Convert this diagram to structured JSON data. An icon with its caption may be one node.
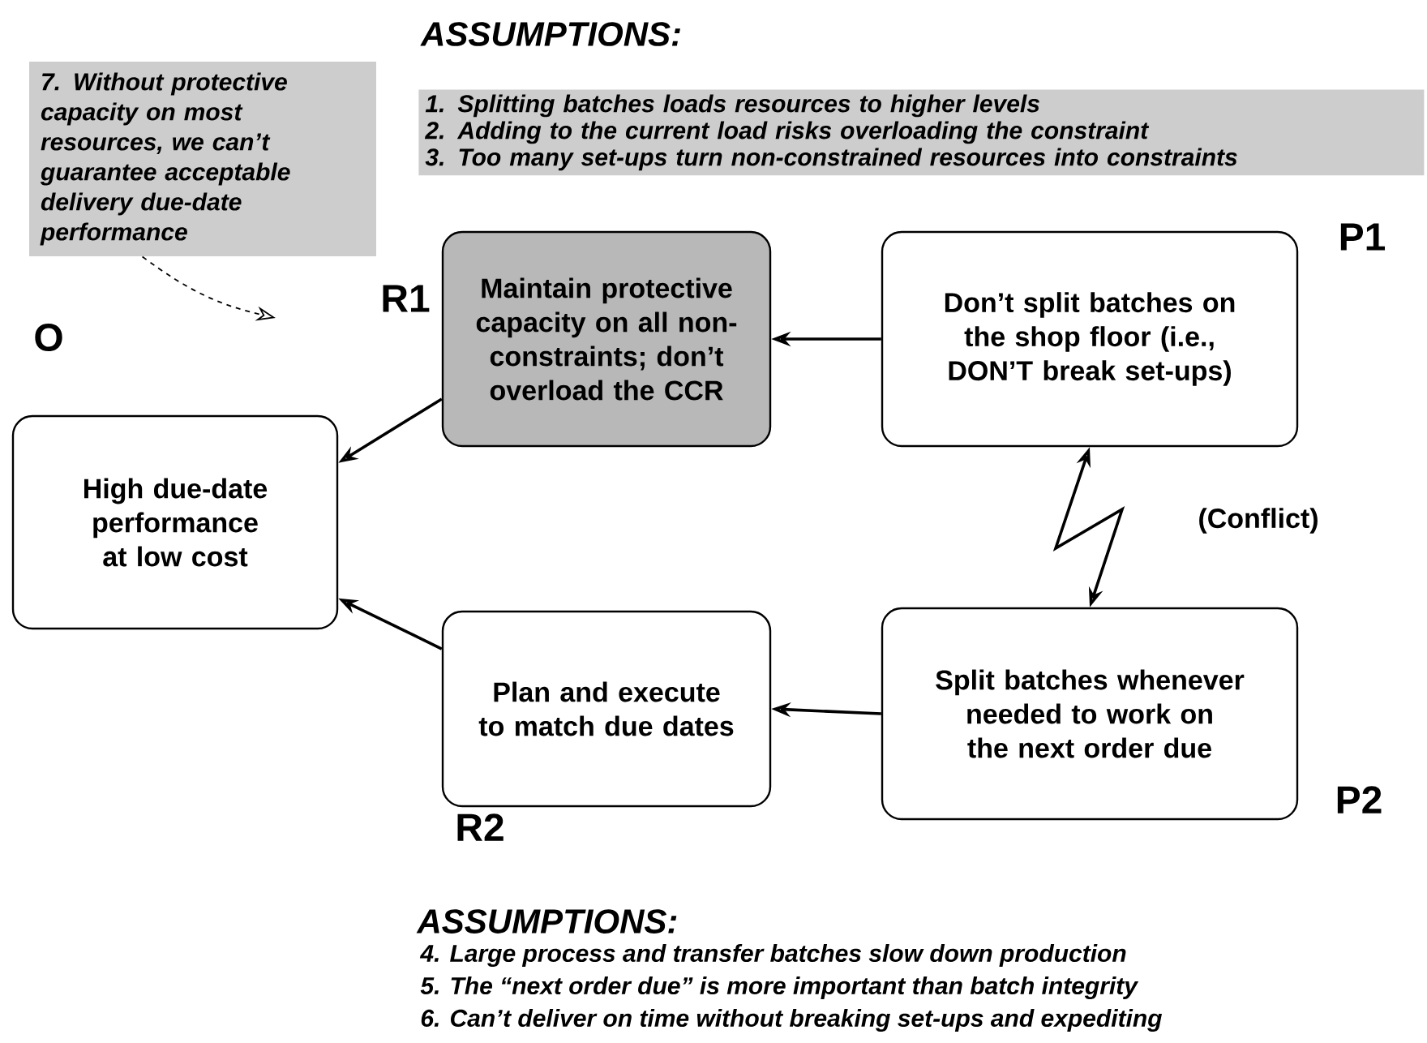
{
  "diagram": {
    "nodes": [
      {
        "text": [
          "High due-date performance at low cost"
        ],
        "beside": [
          "O"
        ]
      },
      {
        "text": [
          "Maintain protective capacity on all non-constraints; don’t overload the CCR"
        ],
        "beside": [
          "R1"
        ]
      },
      {
        "text": [
          "Plan and execute to match due dates"
        ],
        "beside": [
          "R2"
        ]
      },
      {
        "text": [
          "Don’t split batches on the shop floor (i.e., DON’T break set-ups)"
        ],
        "beside": [
          "P1"
        ]
      },
      {
        "text": [
          "Split batches whenever needed to work on the next order due"
        ],
        "beside": [
          "P2"
        ]
      },
      {
        "text": [
          "7. Without protective capacity on most resources, we can’t guarantee acceptable delivery due-date performance"
        ]
      },
      {
        "text": [
          "ASSUMPTIONS:",
          "1. Splitting batches loads resources to higher levels",
          "2. Adding to the current load risks overloading the constraint",
          "3. Too many set-ups turn non-constrained resources into constraints"
        ]
      }
    ],
    "edges": [
      {
        "from": 3,
        "to": 1,
        "arrow": "to"
      },
      {
        "from": 1,
        "to": 0,
        "arrow": "to"
      },
      {
        "from": 4,
        "to": 2,
        "arrow": "to"
      },
      {
        "from": 2,
        "to": 0,
        "arrow": "to"
      },
      {
        "from": 3,
        "to": 4,
        "arrow": "both"
      },
      {
        "from": 5,
        "to": null,
        "arrow": "to",
        "style": "dashed"
      }
    ],
    "labels": [
      "(Conflict)",
      "ASSUMPTIONS:",
      "4. Large process and transfer batches slow down production",
      "5. The “next order due” is more important than batch integrity",
      "6. Can’t deliver on time without breaking set-ups and expediting"
    ]
  }
}
